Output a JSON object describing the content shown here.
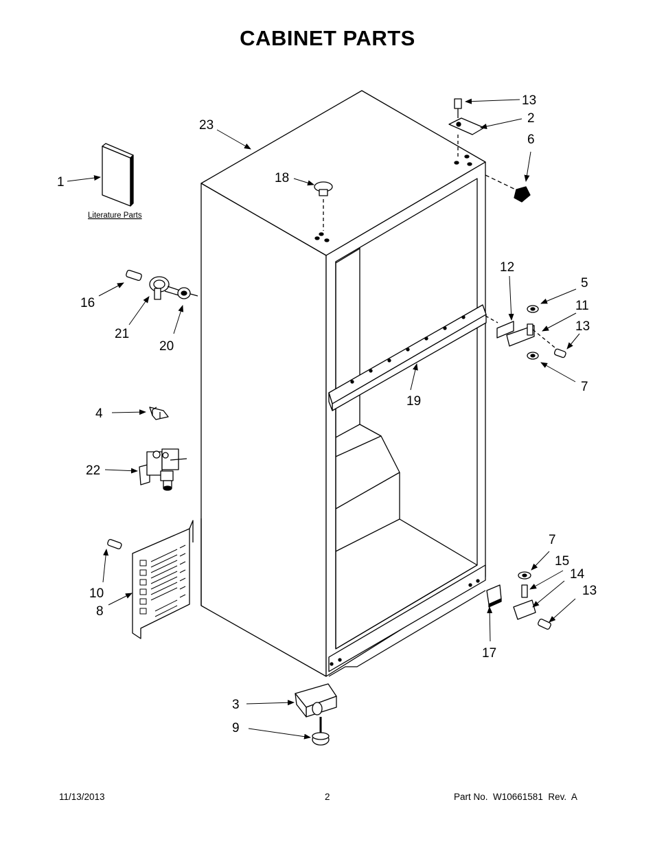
{
  "title": "CABINET PARTS",
  "literature_label": "Literature Parts",
  "callouts": {
    "c1": "1",
    "c2": "2",
    "c3": "3",
    "c4": "4",
    "c5": "5",
    "c6": "6",
    "c7a": "7",
    "c7b": "7",
    "c8": "8",
    "c9": "9",
    "c10": "10",
    "c11": "11",
    "c12": "12",
    "c13a": "13",
    "c13b": "13",
    "c13c": "13",
    "c14": "14",
    "c15": "15",
    "c16": "16",
    "c17": "17",
    "c18": "18",
    "c19": "19",
    "c20": "20",
    "c21": "21",
    "c22": "22",
    "c23": "23"
  },
  "footer": {
    "date": "11/13/2013",
    "page": "2",
    "part_number": "Part No.  W10661581  Rev.  A"
  }
}
